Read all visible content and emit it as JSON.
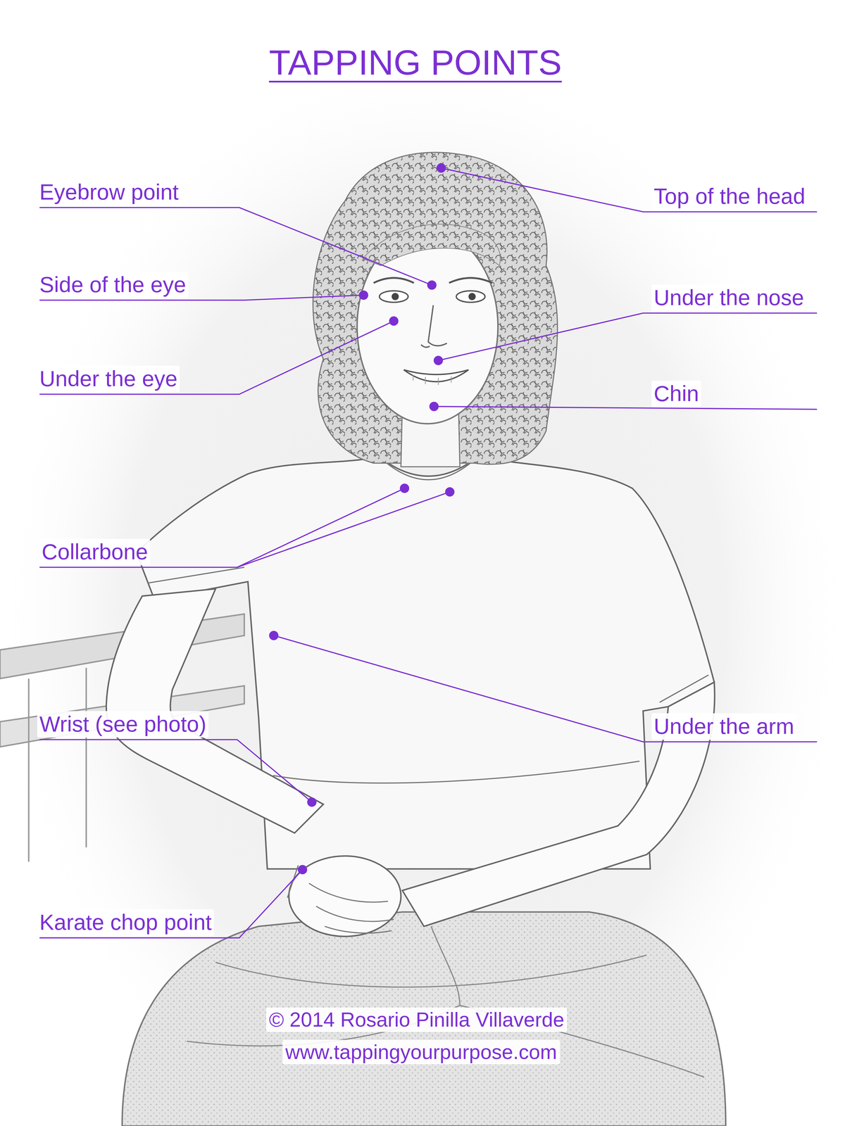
{
  "diagram": {
    "title": "TAPPING POINTS",
    "labels": [
      "Eyebrow point",
      "Side of the eye",
      "Under the eye",
      "Collarbone",
      "Wrist (see photo)",
      "Karate chop point",
      "Top of the head",
      "Under the nose",
      "Chin",
      "Under the arm",
      "© 2014 Rosario Pinilla Villaverde",
      "www.tappingyourpurpose.com"
    ]
  }
}
